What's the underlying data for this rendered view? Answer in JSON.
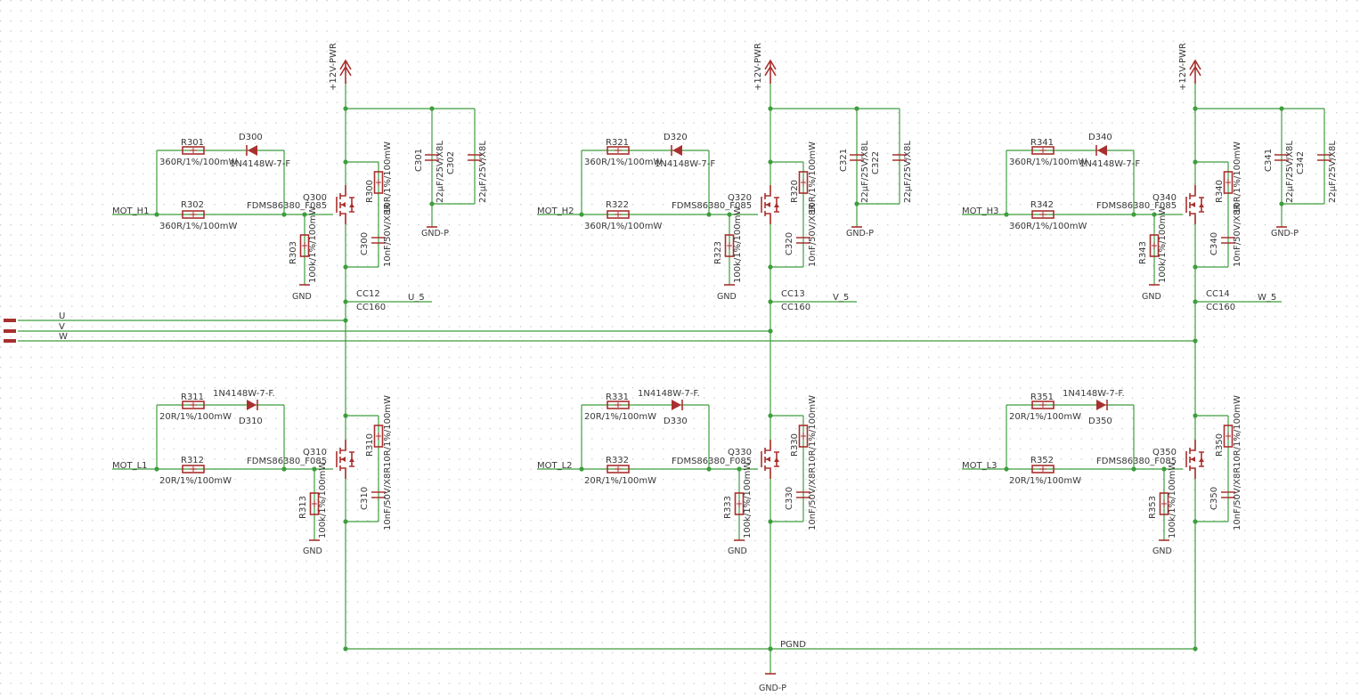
{
  "power": {
    "supply": "+12V-PWR",
    "gnd_p": "GND-P",
    "gnd": "GND",
    "pgnd": "PGND"
  },
  "nets": {
    "u": "U",
    "v": "V",
    "w": "W"
  },
  "cols": [
    {
      "hi": {
        "input": "MOT_H1",
        "r_top": "R301",
        "r_top_val": "360R/1%/100mW",
        "diode": "D300",
        "diode_val": "1N4148W-7-F",
        "r_bot": "R302",
        "r_bot_val": "360R/1%/100mW",
        "fet": "Q300",
        "fet_val": "FDMS86380_F085",
        "r_pd": "R303",
        "r_pd_val": "100k/1%/100mW",
        "r_sn": "R300",
        "r_sn_val": "10R/1%/100mW",
        "c_sn": "C300",
        "c_sn_val": "10nF/50V/X8R",
        "c1": "C301",
        "c1_val": "22µF/25V/X8L",
        "c2": "C302",
        "c2_val": "22µF/25V/X8L",
        "cc": "CC12",
        "cc_val": "CC160",
        "phase": "U_5"
      },
      "lo": {
        "input": "MOT_L1",
        "r_top": "R311",
        "r_top_val": "20R/1%/100mW",
        "diode": "D310",
        "diode_val": "1N4148W-7-F.",
        "r_bot": "R312",
        "r_bot_val": "20R/1%/100mW",
        "fet": "Q310",
        "fet_val": "FDMS86380_F085",
        "r_pd": "R313",
        "r_pd_val": "100k/1%/100mW",
        "r_sn": "R310",
        "r_sn_val": "10R/1%/100mW",
        "c_sn": "C310",
        "c_sn_val": "10nF/50V/X8R"
      }
    },
    {
      "hi": {
        "input": "MOT_H2",
        "r_top": "R321",
        "r_top_val": "360R/1%/100mW",
        "diode": "D320",
        "diode_val": "1N4148W-7-F",
        "r_bot": "R322",
        "r_bot_val": "360R/1%/100mW",
        "fet": "Q320",
        "fet_val": "FDMS86380_F085",
        "r_pd": "R323",
        "r_pd_val": "100k/1%/100mW",
        "r_sn": "R320",
        "r_sn_val": "10R/1%/100mW",
        "c_sn": "C320",
        "c_sn_val": "10nF/50V/X8R",
        "c1": "C321",
        "c1_val": "22µF/25V/X8L",
        "c2": "C322",
        "c2_val": "22µF/25V/X8L",
        "cc": "CC13",
        "cc_val": "CC160",
        "phase": "V_5"
      },
      "lo": {
        "input": "MOT_L2",
        "r_top": "R331",
        "r_top_val": "20R/1%/100mW",
        "diode": "D330",
        "diode_val": "1N4148W-7-F.",
        "r_bot": "R332",
        "r_bot_val": "20R/1%/100mW",
        "fet": "Q330",
        "fet_val": "FDMS86380_F085",
        "r_pd": "R333",
        "r_pd_val": "100k/1%/100mW",
        "r_sn": "R330",
        "r_sn_val": "10R/1%/100mW",
        "c_sn": "C330",
        "c_sn_val": "10nF/50V/X8R"
      }
    },
    {
      "hi": {
        "input": "MOT_H3",
        "r_top": "R341",
        "r_top_val": "360R/1%/100mW",
        "diode": "D340",
        "diode_val": "1N4148W-7-F",
        "r_bot": "R342",
        "r_bot_val": "360R/1%/100mW",
        "fet": "Q340",
        "fet_val": "FDMS86380_F085",
        "r_pd": "R343",
        "r_pd_val": "100k/1%/100mW",
        "r_sn": "R340",
        "r_sn_val": "10R/1%/100mW",
        "c_sn": "C340",
        "c_sn_val": "10nF/50V/X8R",
        "c1": "C341",
        "c1_val": "22µF/25V/X8L",
        "c2": "C342",
        "c2_val": "22µF/25V/X8L",
        "cc": "CC14",
        "cc_val": "CC160",
        "phase": "W_5"
      },
      "lo": {
        "input": "MOT_L3",
        "r_top": "R351",
        "r_top_val": "20R/1%/100mW",
        "diode": "D350",
        "diode_val": "1N4148W-7-F.",
        "r_bot": "R352",
        "r_bot_val": "20R/1%/100mW",
        "fet": "Q350",
        "fet_val": "FDMS86380_F085",
        "r_pd": "R353",
        "r_pd_val": "100k/1%/100mW",
        "r_sn": "R350",
        "r_sn_val": "10R/1%/100mW",
        "c_sn": "C350",
        "c_sn_val": "10nF/50V/X8R"
      }
    }
  ]
}
